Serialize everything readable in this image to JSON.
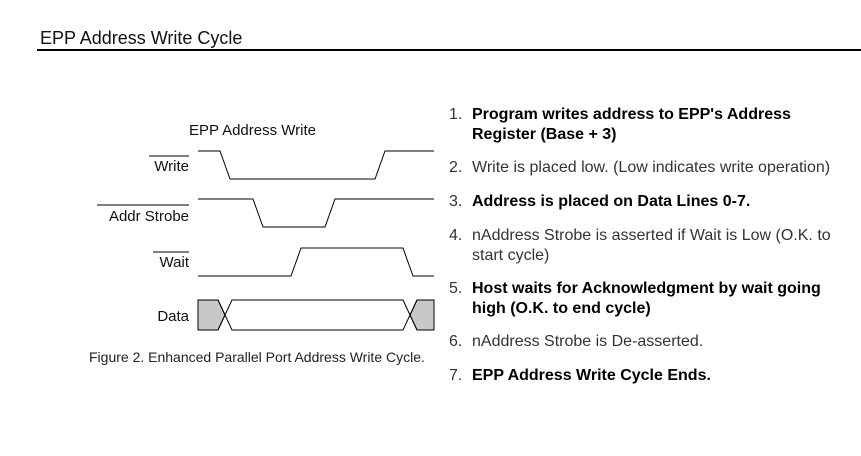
{
  "header": {
    "title": "EPP Address Write Cycle"
  },
  "diagram": {
    "title": "EPP Address Write",
    "signals": [
      {
        "id": "write",
        "label": "Write",
        "overline": true
      },
      {
        "id": "addr-strobe",
        "label": "Addr Strobe",
        "overline": true
      },
      {
        "id": "wait",
        "label": "Wait",
        "overline": true
      },
      {
        "id": "data",
        "label": "Data",
        "overline": false
      }
    ],
    "bus_fill_color": "#c8c8c8"
  },
  "caption": "Figure 2. Enhanced Parallel Port Address Write Cycle.",
  "steps": [
    {
      "number": "1.",
      "text": "Program writes address to EPP's Address Register (Base + 3)",
      "bold": true
    },
    {
      "number": "2.",
      "text": "Write is placed low. (Low indicates write operation)",
      "bold": false
    },
    {
      "number": "3.",
      "text": "Address is placed on Data Lines 0-7.",
      "bold": true
    },
    {
      "number": "4.",
      "text": "nAddress Strobe is asserted if Wait is Low (O.K. to start cycle)",
      "bold": false
    },
    {
      "number": "5.",
      "text": "Host waits for Acknowledgment by wait going high (O.K. to end cycle)",
      "bold": true
    },
    {
      "number": "6.",
      "text": "nAddress Strobe is De-asserted.",
      "bold": false
    },
    {
      "number": "7.",
      "text": "EPP Address Write Cycle Ends.",
      "bold": true
    }
  ]
}
